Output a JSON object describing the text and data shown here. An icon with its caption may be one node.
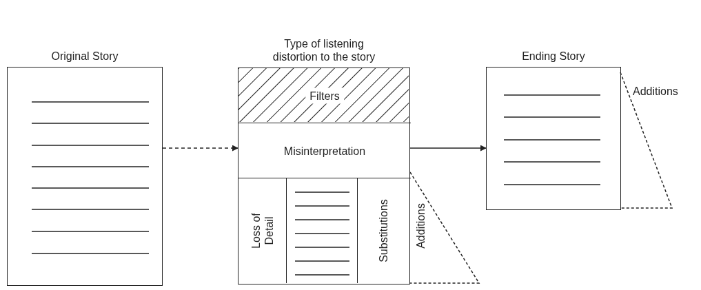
{
  "diagram": {
    "nodes": [
      {
        "text": [
          "Original Story"
        ]
      },
      {
        "text": [
          "Type of listening distortion to the story"
        ]
      },
      {
        "text": [
          "Filters"
        ],
        "in": 1
      },
      {
        "text": [
          "Misinterpretation"
        ],
        "in": 1
      },
      {
        "text": [
          "Loss of Detail"
        ],
        "in": 1
      },
      {
        "text": [],
        "shape": "box",
        "in": 1
      },
      {
        "text": [
          "Substitutions"
        ],
        "in": 1
      },
      {
        "text": [
          "Additions"
        ]
      },
      {
        "text": [
          "Ending Story"
        ]
      },
      {
        "text": [
          "Additions"
        ]
      }
    ],
    "edges": [
      {
        "from": 0,
        "to": 1,
        "arrow": "to",
        "style": "dashed"
      },
      {
        "from": 1,
        "to": 8,
        "arrow": "to"
      }
    ]
  }
}
